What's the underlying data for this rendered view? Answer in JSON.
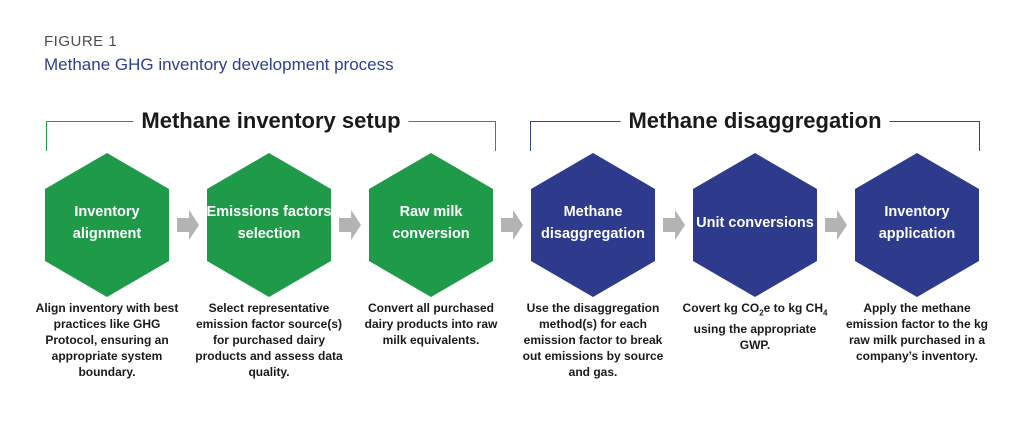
{
  "figure_label": "FIGURE 1",
  "figure_title": "Methane GHG inventory development process",
  "sections": {
    "setup": {
      "title": "Methane inventory setup",
      "color": "#1f9a48"
    },
    "disaggregation": {
      "title": "Methane disaggregation",
      "color": "#33448f"
    }
  },
  "colors": {
    "green": "#1f9a48",
    "navy": "#2e3a8c",
    "arrow": "#b3b3b3",
    "title": "#2e3f8f"
  },
  "steps": [
    {
      "title": "Inventory alignment",
      "group": "setup",
      "description": "Align inventory with best practices like GHG Protocol, ensuring an appropriate system boundary."
    },
    {
      "title": "Emissions factors selection",
      "group": "setup",
      "description": "Select representative emission factor source(s) for purchased dairy products and assess data quality."
    },
    {
      "title": "Raw milk conversion",
      "group": "setup",
      "description": "Convert all purchased dairy products into raw milk equivalents."
    },
    {
      "title": "Methane disaggregation",
      "group": "disaggregation",
      "description": "Use the disaggregation method(s) for each emission factor to break out emissions by source and gas."
    },
    {
      "title": "Unit conversions",
      "group": "disaggregation",
      "description": "Covert kg CO₂e to kg CH₄ using the appropriate GWP."
    },
    {
      "title": "Inventory application",
      "group": "disaggregation",
      "description": "Apply the methane emission factor to the kg raw milk purchased in a company’s inventory."
    }
  ]
}
